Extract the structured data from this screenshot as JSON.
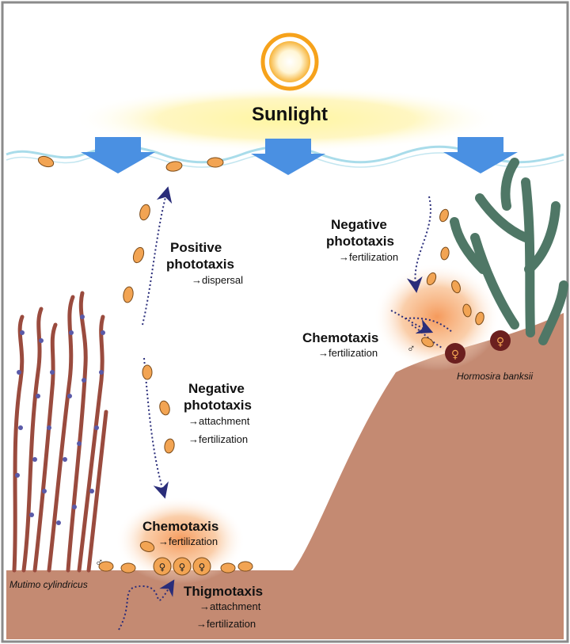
{
  "sunlight": "Sunlight",
  "species": {
    "left": "Mutimo cylindricus",
    "right": "Hormosira banksii"
  },
  "labels": {
    "positive_phototaxis": {
      "line1": "Positive",
      "line2": "phototaxis",
      "result": "→dispersal"
    },
    "negative_phototaxis_left": {
      "line1": "Negative",
      "line2": "phototaxis",
      "result1": "→attachment",
      "result2": "→fertilization"
    },
    "chemotaxis_left": {
      "title": "Chemotaxis",
      "result": "→fertilization"
    },
    "thigmotaxis": {
      "title": "Thigmotaxis",
      "result1": "→attachment",
      "result2": "→fertilization"
    },
    "negative_phototaxis_right": {
      "line1": "Negative",
      "line2": "phototaxis",
      "result": "→fertilization"
    },
    "chemotaxis_right": {
      "title": "Chemotaxis",
      "result": "→fertilization"
    }
  },
  "symbols": {
    "male": "♂",
    "female": "♀"
  },
  "colors": {
    "sun": "#f6a21b",
    "sunlight_glow": "#fff3a8",
    "water_wave": "#a9dcea",
    "arrow_blue": "#4a90e2",
    "seabed": "#c48a72",
    "seaweed": "#9a4b3e",
    "hormosira": "#4f7766",
    "egg": "#6b1f1f",
    "glow": "#f6a36a",
    "cell": "#f2a453",
    "path": "#2a2d7a",
    "border": "#8a8a8a"
  }
}
